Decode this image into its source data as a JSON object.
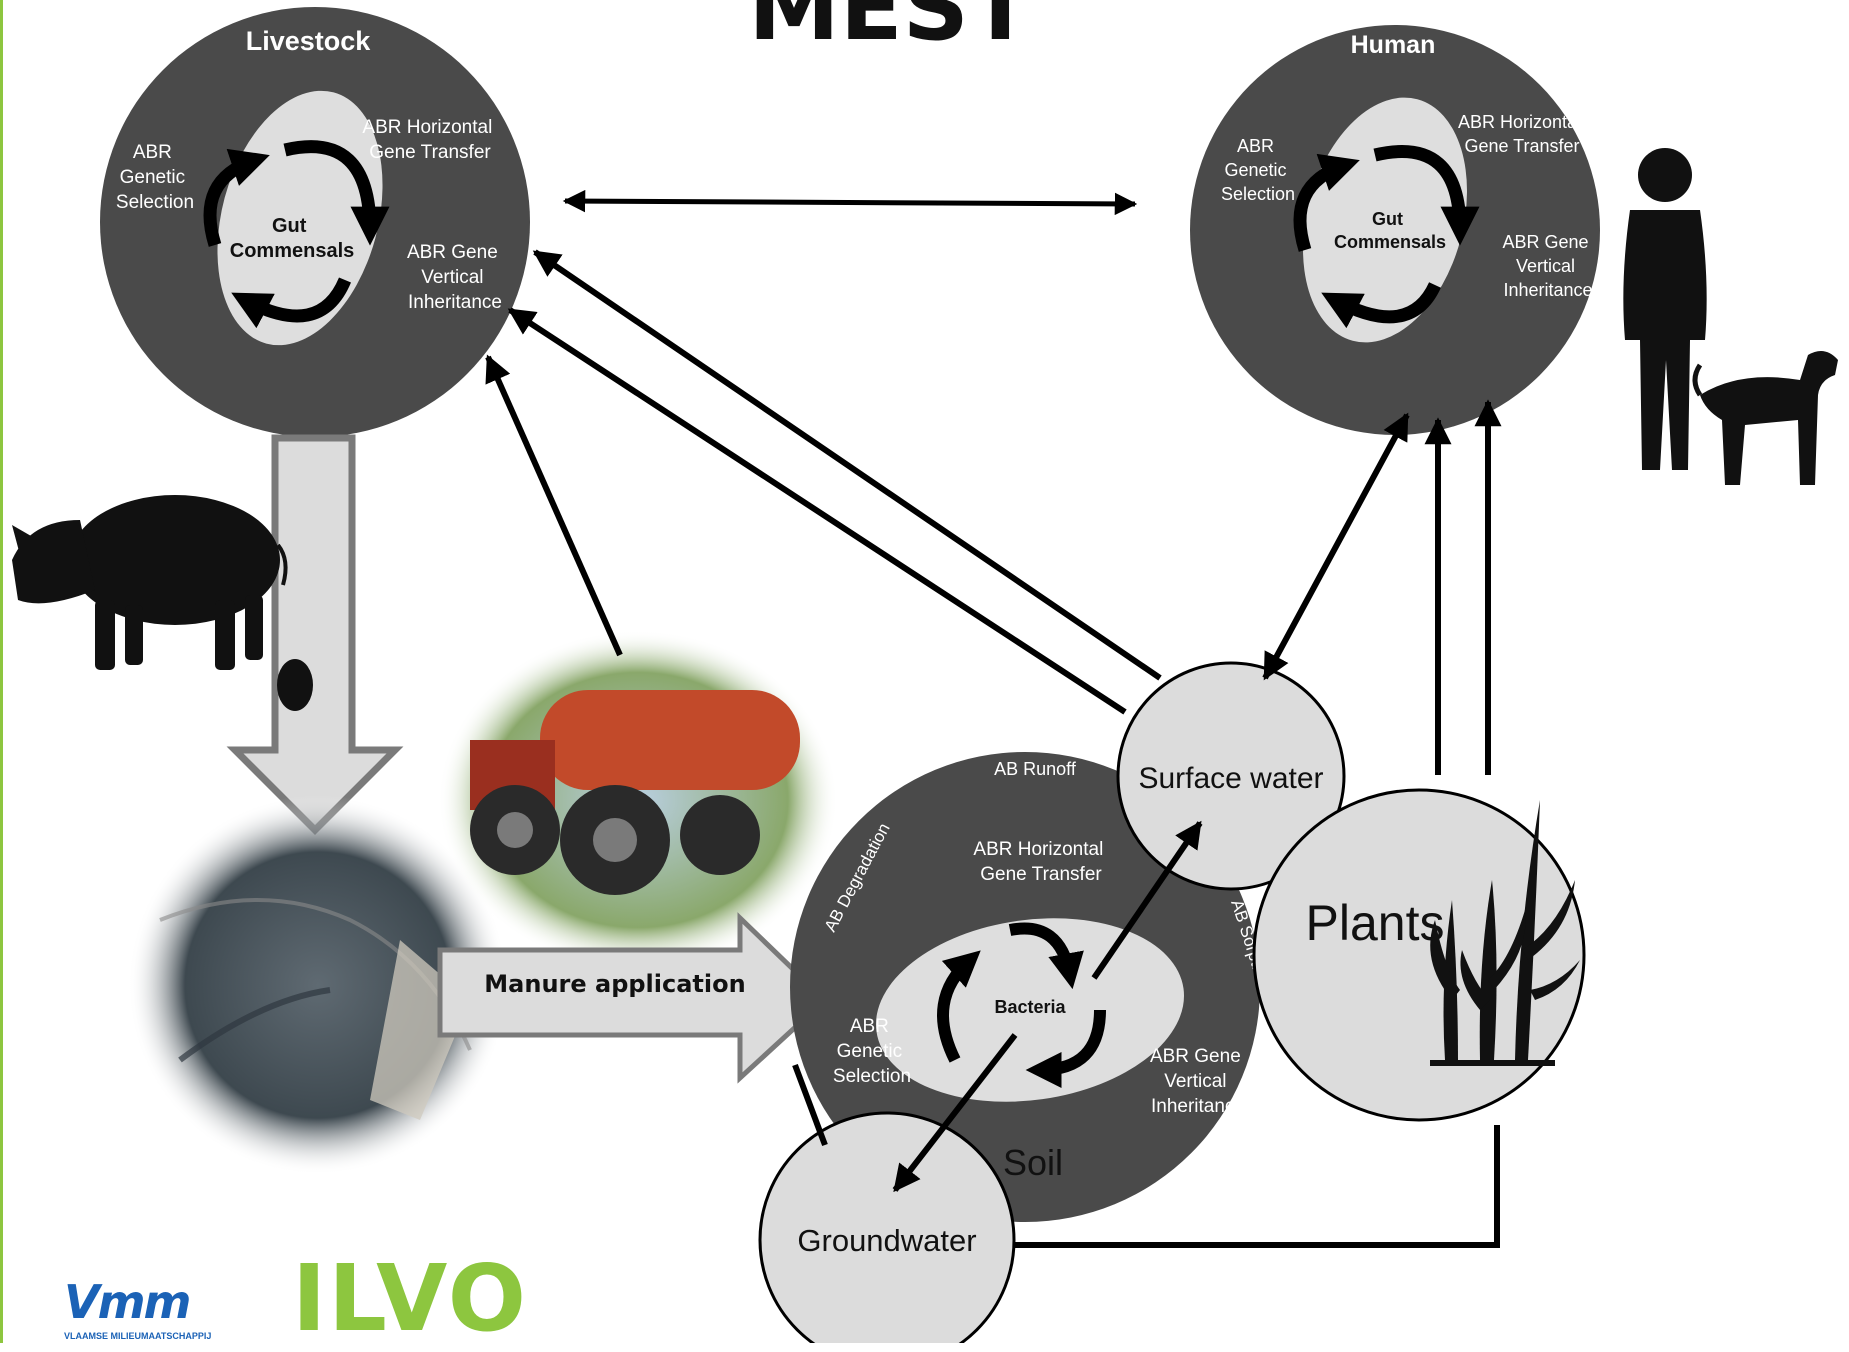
{
  "title": "MEST",
  "livestock": {
    "title": "Livestock",
    "center": [
      "Gut",
      "Commensals"
    ],
    "genetic_selection": [
      "ABR",
      "Genetic",
      "Selection"
    ],
    "horizontal": [
      "ABR Horizontal",
      "Gene Transfer"
    ],
    "vertical": [
      "ABR Gene",
      "Vertical",
      "Inheritance"
    ]
  },
  "human": {
    "title": "Human",
    "center": [
      "Gut",
      "Commensals"
    ],
    "genetic_selection": [
      "ABR",
      "Genetic",
      "Selection"
    ],
    "horizontal": [
      "ABR Horizontal",
      "Gene Transfer"
    ],
    "vertical": [
      "ABR Gene",
      "Vertical",
      "Inheritance"
    ]
  },
  "soil": {
    "title": "Soil",
    "center": "Bacteria",
    "runoff": "AB Runoff",
    "degradation": "AB Degradation",
    "sorption": "AB Sorption",
    "horizontal": [
      "ABR Horizontal",
      "Gene Transfer"
    ],
    "genetic_selection": [
      "ABR",
      "Genetic",
      "Selection"
    ],
    "vertical": [
      "ABR Gene",
      "Vertical",
      "Inheritance"
    ]
  },
  "nodes": {
    "surface_water": "Surface water",
    "plants": "Plants",
    "groundwater": "Groundwater"
  },
  "manure_application": "Manure application",
  "logos": {
    "vmm": "Vmm",
    "vmm_sub": "VLAAMSE MILIEUMAATSCHAPPIJ",
    "ilvo": "ILVO"
  },
  "colors": {
    "circle_dark": "#4a4a4a",
    "circle_light": "#dcdcdc",
    "ellipse": "#dedede",
    "arrow": "#000000",
    "accent_green": "#8dc63f",
    "vmm_blue": "#1b62b6"
  }
}
